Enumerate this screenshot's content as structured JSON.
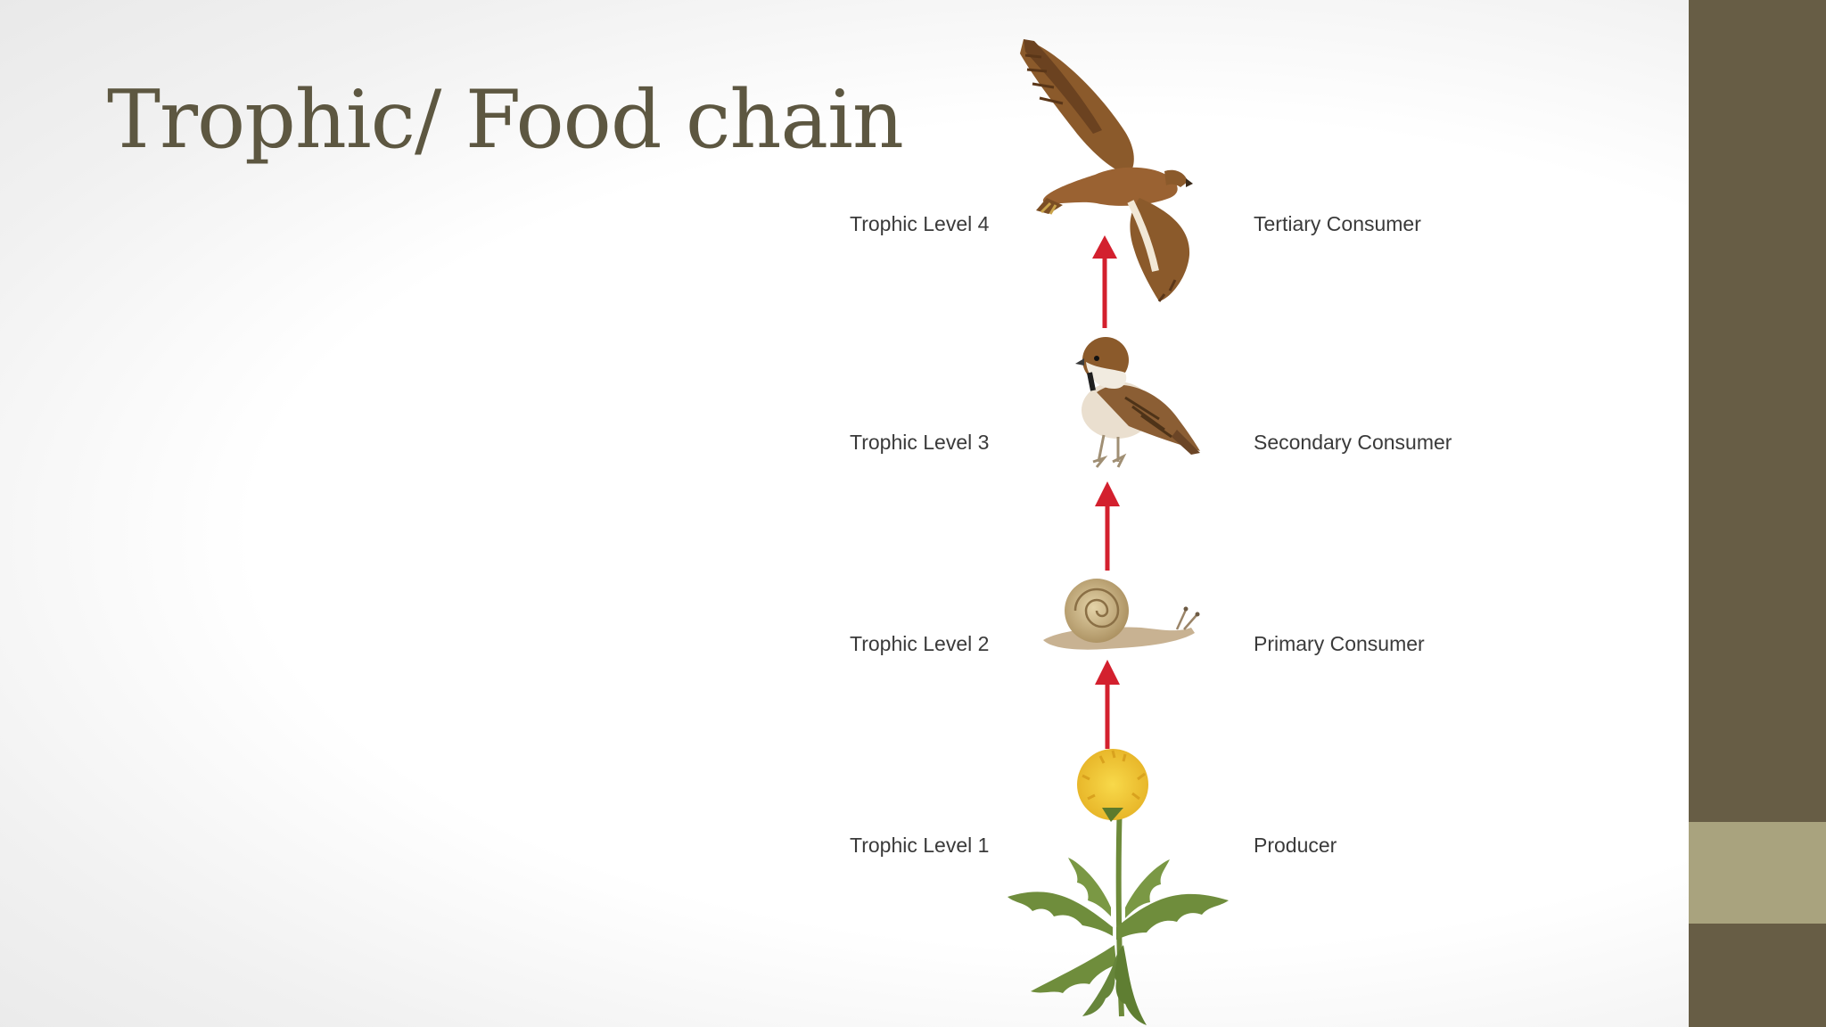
{
  "title": "Trophic/ Food chain",
  "levels": [
    {
      "level": "Trophic Level 4",
      "role": "Tertiary Consumer",
      "icon": "hawk-icon"
    },
    {
      "level": "Trophic Level 3",
      "role": "Secondary Consumer",
      "icon": "sparrow-icon"
    },
    {
      "level": "Trophic Level 2",
      "role": "Primary Consumer",
      "icon": "snail-icon"
    },
    {
      "level": "Trophic Level 1",
      "role": "Producer",
      "icon": "dandelion-icon"
    }
  ],
  "colors": {
    "sidebar": "#675d45",
    "sidebar_accent": "#a9a37e",
    "title": "#5d5741",
    "arrow": "#d3202e"
  }
}
